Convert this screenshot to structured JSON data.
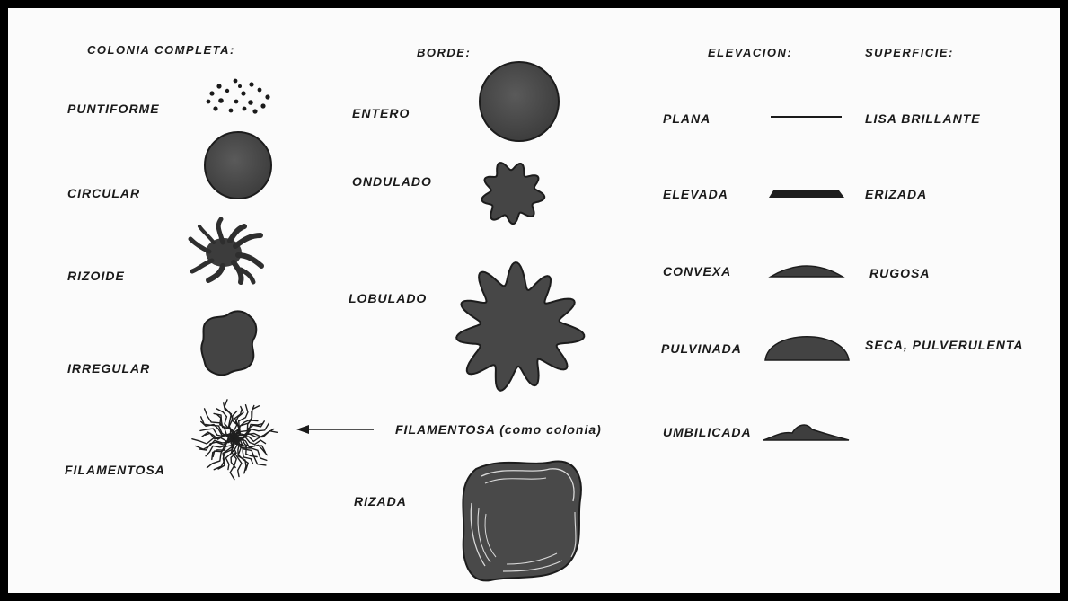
{
  "headers": {
    "colonia": "COLONIA COMPLETA:",
    "borde": "BORDE:",
    "elevacion": "ELEVACION:",
    "superficie": "SUPERFICIE:"
  },
  "colonia_items": [
    "PUNTIFORME",
    "CIRCULAR",
    "RIZOIDE",
    "IRREGULAR",
    "FILAMENTOSA"
  ],
  "borde_items": [
    "ENTERO",
    "ONDULADO",
    "LOBULADO",
    "FILAMENTOSA (como colonia)",
    "RIZADA"
  ],
  "elevacion_items": [
    "PLANA",
    "ELEVADA",
    "CONVEXA",
    "PULVINADA",
    "UMBILICADA"
  ],
  "superficie_items": [
    "LISA BRILLANTE",
    "ERIZADA",
    "RUGOSA",
    "SECA, PULVERULENTA"
  ],
  "colors": {
    "shape_fill": "#4a4a4a",
    "shape_edge": "#1c1c1c",
    "ink": "#1a1a1a"
  }
}
